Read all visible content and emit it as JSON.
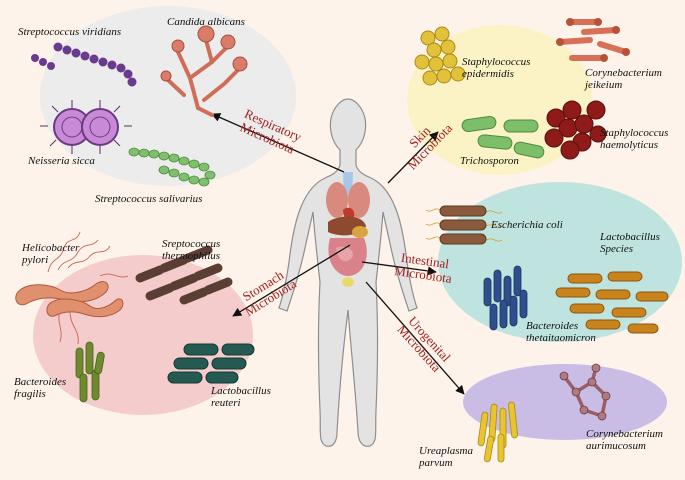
{
  "categories": {
    "respiratory": [
      "Respiratory",
      "Microbiota"
    ],
    "skin": [
      "Skin",
      "Microbiota"
    ],
    "intestinal": [
      "Intestinal",
      "Microbiota"
    ],
    "stomach": [
      "Stomach",
      "Microbiota"
    ],
    "urogenital": [
      "Urogenital",
      "Microbiota"
    ]
  },
  "microbes": {
    "strep_viridians": "Streptococcus viridians",
    "candida": "Candida albicans",
    "neisseria": "Neisseria sicca",
    "strep_salivarius": "Streptococcus salivarius",
    "staph_epi": [
      "Staphylococcus",
      "epidermidis"
    ],
    "coryne_jeik": [
      "Corynebacterium",
      "jeikeium"
    ],
    "staph_haem": [
      "Staphylococcus",
      "haemolyticus"
    ],
    "trichosporon": "Trichosporon",
    "ecoli": "Escherichia coli",
    "lactobacillus_sp": [
      "Lactobacillus",
      "Species"
    ],
    "bacteroides_theta": [
      "Bacteroides",
      "thetaitaomicron"
    ],
    "helicobacter": [
      "Helicobacter",
      "pylori"
    ],
    "strep_thermo": [
      "Sreptococcus",
      "thermophilus"
    ],
    "bacteroides_frag": [
      "Bacteroides",
      "fragilis"
    ],
    "lacto_reuteri": [
      "Lactobacillus",
      "reuteri"
    ],
    "ureaplasma": [
      "Ureaplasma",
      "parvum"
    ],
    "coryne_auri": [
      "Corynebacterium",
      "aurimucosum"
    ]
  },
  "colors": {
    "background": "#fdf3ea",
    "respiratory_zone": "#ececec",
    "skin_zone": "#fbf3c6",
    "intestinal_zone": "#bfe3de",
    "stomach_zone": "#f4cccc",
    "urogenital_zone": "#c9bde6",
    "label_red": "#a3201e"
  }
}
